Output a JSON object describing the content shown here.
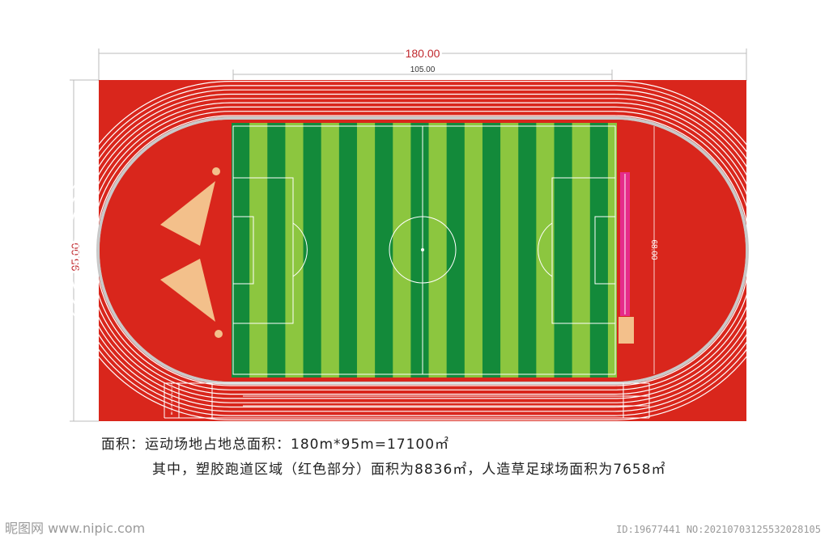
{
  "dimensions": {
    "total_length": "180.00",
    "pitch_length": "105.00",
    "total_width": "95.00",
    "pitch_width": "68.00"
  },
  "colors": {
    "track_red": "#d9261c",
    "grass_dark": "#138a3a",
    "grass_light": "#8cc63f",
    "dim_red": "#c0282d",
    "sand": "#f3c08b",
    "jump_pink": "#e62b8a"
  },
  "lane_markings": [
    "1",
    "2",
    "3",
    "4",
    "5",
    "6",
    "7",
    "8"
  ],
  "caption": {
    "line1": "面积：运动场地占地总面积：180m*95m=17100㎡",
    "line2": "其中，塑胶跑道区域（红色部分）面积为8836㎡，人造草足球场面积为7658㎡"
  },
  "watermark": {
    "left": "昵图网 www.nipic.com",
    "right": "ID:19677441 NO:20210703125532028105"
  }
}
